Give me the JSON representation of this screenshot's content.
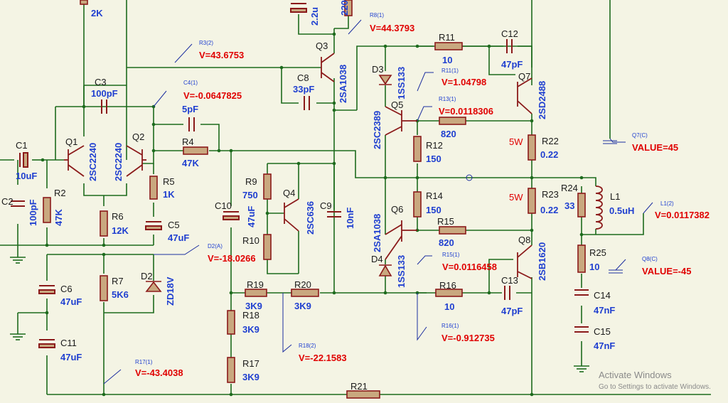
{
  "colors": {
    "background": "#f4f4e4",
    "wire": "#1d6b1d",
    "component": "#8b1a1a",
    "component_fill": "#c9a87f",
    "ref_text": "#1a1a1a",
    "value_text": "#1f3fd0",
    "probe_text": "#e00000"
  },
  "components": {
    "r_top": {
      "value": "2K"
    },
    "c_top": {
      "value": "2.2u"
    },
    "r_top2": {
      "value": "220"
    },
    "c1": {
      "ref": "C1",
      "value": "10uF"
    },
    "c2": {
      "ref": "C2",
      "value": "100pF"
    },
    "r2": {
      "ref": "R2",
      "value": "47K"
    },
    "q1": {
      "ref": "Q1",
      "value": "2SC2240"
    },
    "q2": {
      "ref": "Q2",
      "value": "2SC2240"
    },
    "c3": {
      "ref": "C3",
      "value": "100pF"
    },
    "r6": {
      "ref": "R6",
      "value": "12K"
    },
    "r5": {
      "ref": "R5",
      "value": "1K"
    },
    "c5": {
      "ref": "C5",
      "value": "47uF"
    },
    "c4": {
      "value": "5pF"
    },
    "r4": {
      "ref": "R4",
      "value": "47K"
    },
    "c6": {
      "ref": "C6",
      "value": "47uF"
    },
    "c11": {
      "ref": "C11",
      "value": "47uF"
    },
    "r7": {
      "ref": "R7",
      "value": "5K6"
    },
    "d2": {
      "ref": "D2",
      "value": "ZD18V"
    },
    "q3": {
      "ref": "Q3",
      "value": "2SA1038"
    },
    "c8": {
      "ref": "C8",
      "value": "33pF"
    },
    "r9": {
      "ref": "R9",
      "value": "750"
    },
    "r10": {
      "ref": "R10",
      "value": ""
    },
    "c10": {
      "ref": "C10",
      "value": "47uF"
    },
    "q4": {
      "ref": "Q4",
      "value": "2SC636"
    },
    "c9": {
      "ref": "C9",
      "value": "10nF"
    },
    "r19": {
      "ref": "R19",
      "value": "3K9"
    },
    "r20": {
      "ref": "R20",
      "value": "3K9"
    },
    "r18": {
      "ref": "R18",
      "value": "3K9"
    },
    "r17": {
      "ref": "R17",
      "value": "3K9"
    },
    "r21": {
      "ref": "R21"
    },
    "d3": {
      "ref": "D3",
      "value": "1SS133"
    },
    "d4": {
      "ref": "D4",
      "value": "1SS133"
    },
    "q5": {
      "ref": "Q5",
      "value": "2SC2389"
    },
    "q6": {
      "ref": "Q6",
      "value": "2SA1038"
    },
    "r11": {
      "ref": "R11",
      "value": "10"
    },
    "c12": {
      "ref": "C12",
      "value": "47pF"
    },
    "q7": {
      "ref": "Q7",
      "value": "2SD2488"
    },
    "r12": {
      "ref": "R12",
      "value": "150"
    },
    "r13": {
      "value": "820"
    },
    "r14": {
      "ref": "R14",
      "value": "150"
    },
    "r15": {
      "ref": "R15",
      "value": "820"
    },
    "q8": {
      "ref": "Q8",
      "value": "2SB1620"
    },
    "r16": {
      "ref": "R16",
      "value": "10"
    },
    "c13": {
      "ref": "C13",
      "value": "47pF"
    },
    "r22": {
      "ref": "R22",
      "value": "0.22",
      "power": "5W"
    },
    "r23": {
      "ref": "R23",
      "value": "0.22",
      "power": "5W"
    },
    "r24": {
      "ref": "R24",
      "value": "33"
    },
    "l1": {
      "ref": "L1",
      "value": "0.5uH"
    },
    "r25": {
      "ref": "R25",
      "value": "10"
    },
    "c14": {
      "ref": "C14",
      "value": "47nF"
    },
    "c15": {
      "ref": "C15",
      "value": "47nF"
    }
  },
  "probes": [
    {
      "name": "R8(1)",
      "value": "V=44.3793"
    },
    {
      "name": "R3(2)",
      "value": "V=43.6753"
    },
    {
      "name": "C4(1)",
      "value": "V=-0.0647825"
    },
    {
      "name": "R11(1)",
      "value": "V=1.04798"
    },
    {
      "name": "R13(1)",
      "value": "V=0.0118306"
    },
    {
      "name": "Q7(C)",
      "value": "VALUE=45"
    },
    {
      "name": "L1(2)",
      "value": "V=0.0117382"
    },
    {
      "name": "D2(A)",
      "value": "V=-18.0266"
    },
    {
      "name": "R15(1)",
      "value": "V=0.0116458"
    },
    {
      "name": "Q8(C)",
      "value": "VALUE=-45"
    },
    {
      "name": "R16(1)",
      "value": "V=-0.912735"
    },
    {
      "name": "R18(2)",
      "value": "V=-22.1583"
    },
    {
      "name": "R17(1)",
      "value": "V=-43.4038"
    }
  ],
  "watermark": {
    "title": "Activate Windows",
    "subtitle": "Go to Settings to activate Windows."
  }
}
